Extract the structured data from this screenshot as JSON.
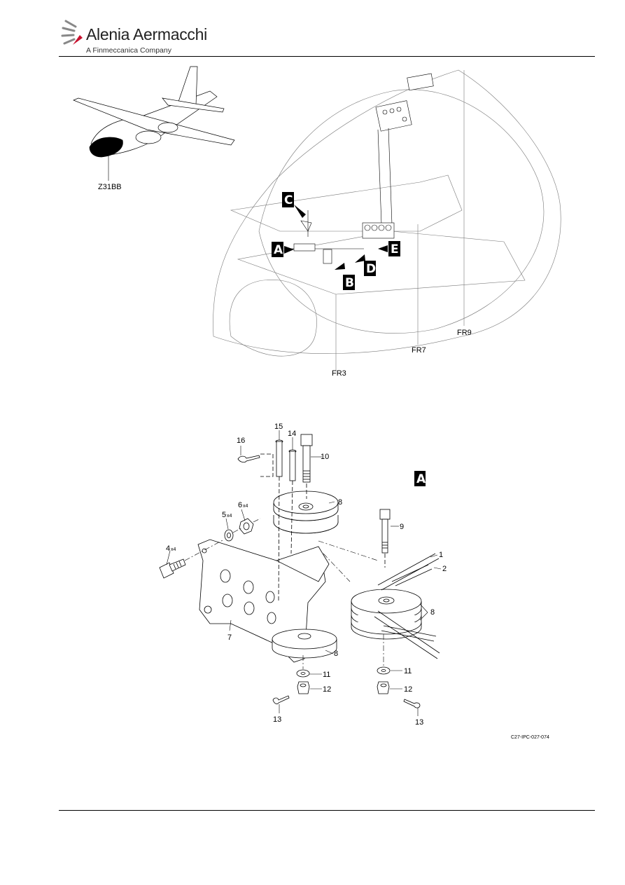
{
  "header": {
    "brand": "Alenia Aermacchi",
    "tagline": "A Finmeccanica Company"
  },
  "overview": {
    "zone": "Z31BB",
    "frames": [
      "FR3",
      "FR7",
      "FR9"
    ],
    "views": [
      "A",
      "B",
      "C",
      "D",
      "E"
    ]
  },
  "detail": {
    "view": "A",
    "items": {
      "i1": "1",
      "i2": "2",
      "i4": "4",
      "i4q": "x4",
      "i5": "5",
      "i5q": "x4",
      "i6": "6",
      "i6q": "x4",
      "i7": "7",
      "i8a": "8",
      "i8b": "8",
      "i8c": "8",
      "i9": "9",
      "i10": "10",
      "i11a": "11",
      "i11b": "11",
      "i12a": "12",
      "i12b": "12",
      "i13a": "13",
      "i13b": "13",
      "i14": "14",
      "i15": "15",
      "i16": "16"
    }
  },
  "figure_code": "C27-IPC-027-074"
}
